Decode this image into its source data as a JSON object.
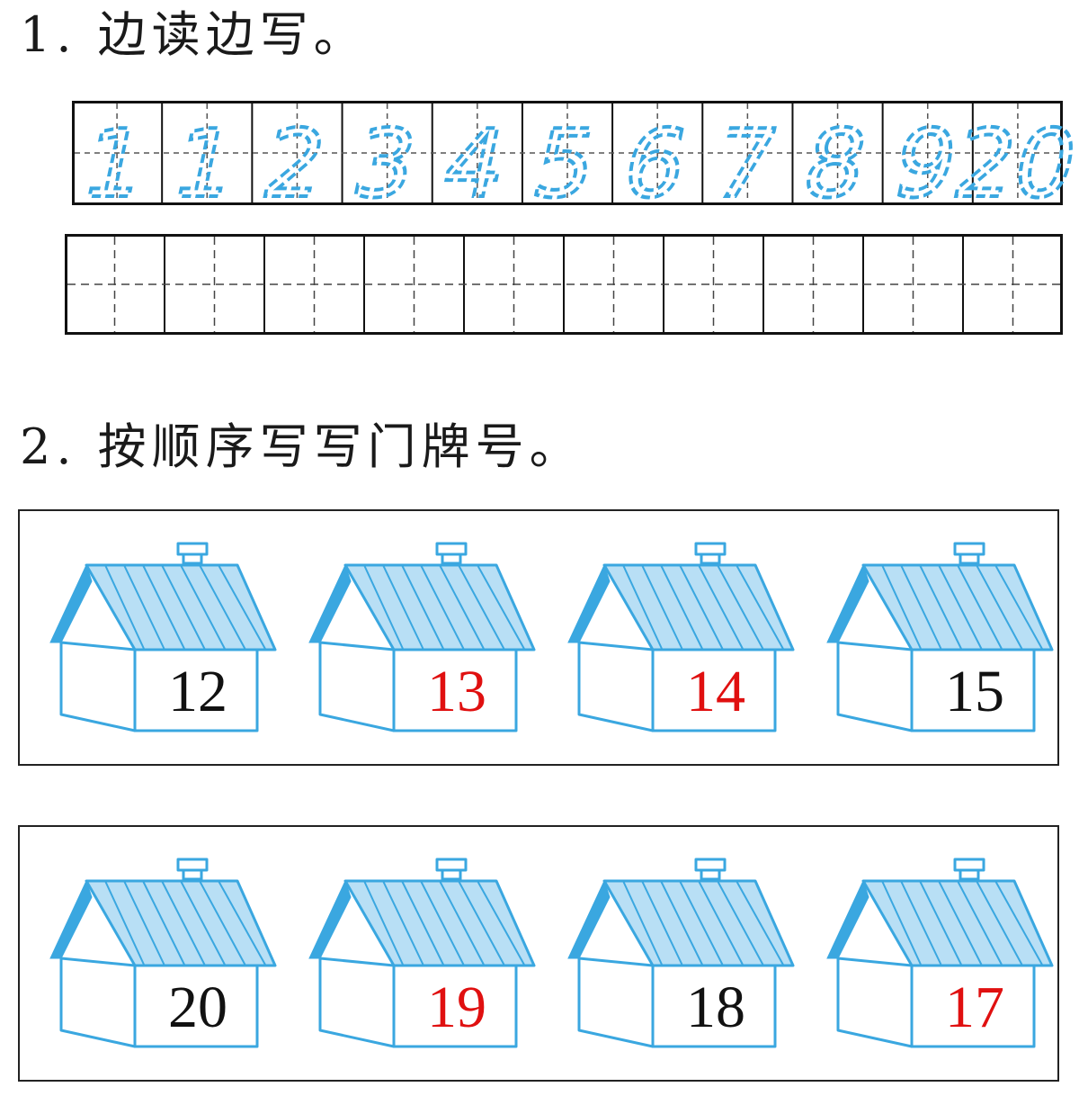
{
  "section1": {
    "heading": "1. 边读边写。",
    "trace_numbers": [
      "1",
      "1",
      "2",
      "3",
      "4",
      "5",
      "6",
      "7",
      "8",
      "9",
      "20"
    ],
    "trace_color": "#3aa7e0"
  },
  "section2": {
    "heading": "2. 按顺序写写门牌号。",
    "rows": [
      {
        "houses": [
          {
            "number": "12",
            "color": "#111111"
          },
          {
            "number": "13",
            "color": "#e01010"
          },
          {
            "number": "14",
            "color": "#e01010"
          },
          {
            "number": "15",
            "color": "#111111"
          }
        ]
      },
      {
        "houses": [
          {
            "number": "20",
            "color": "#111111"
          },
          {
            "number": "19",
            "color": "#e01010"
          },
          {
            "number": "18",
            "color": "#111111"
          },
          {
            "number": "17",
            "color": "#e01010"
          }
        ]
      }
    ],
    "house_line_color": "#3aa7e0",
    "roof_fill": "#b8dff5"
  }
}
